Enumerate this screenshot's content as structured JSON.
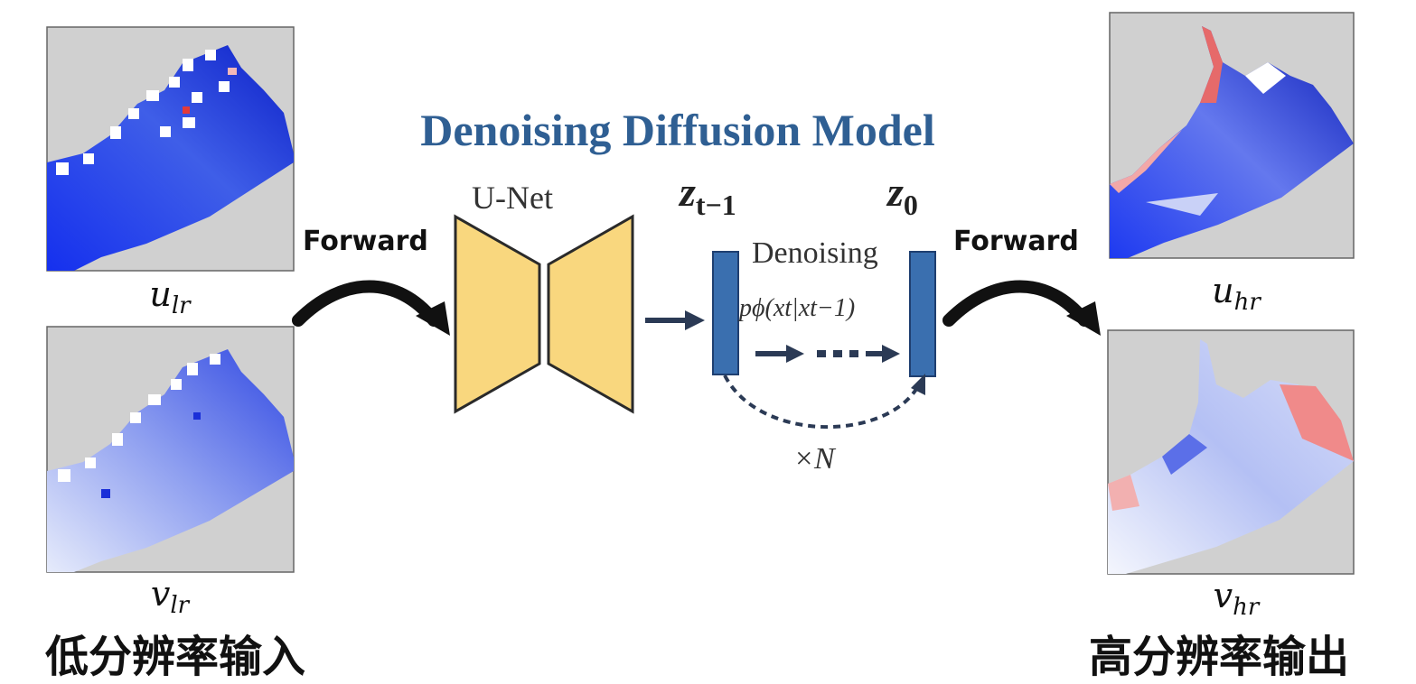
{
  "title": "Denoising Diffusion Model",
  "left_arrow": {
    "label": "Forward"
  },
  "right_arrow": {
    "label": "Forward"
  },
  "inputs": [
    {
      "var": "u",
      "sub": "lr"
    },
    {
      "var": "v",
      "sub": "lr"
    }
  ],
  "outputs": [
    {
      "var": "u",
      "sub": "hr"
    },
    {
      "var": "v",
      "sub": "hr"
    }
  ],
  "input_caption": "低分辨率输入",
  "output_caption": "高分辨率输出",
  "model": {
    "unet_label": "U-Net",
    "z_prev": "z",
    "z_prev_sub": "t−1",
    "z_final": "z",
    "z_final_sub": "0",
    "denoising_label": "Denoising",
    "transition": "pϕ(xt|xt−1)",
    "repeat_label": "×N"
  },
  "colors": {
    "title": "#2f5f93",
    "unet": "#f9d77e",
    "latent_bar": "#3a6faf",
    "panel_bg": "#d0d0d0"
  }
}
